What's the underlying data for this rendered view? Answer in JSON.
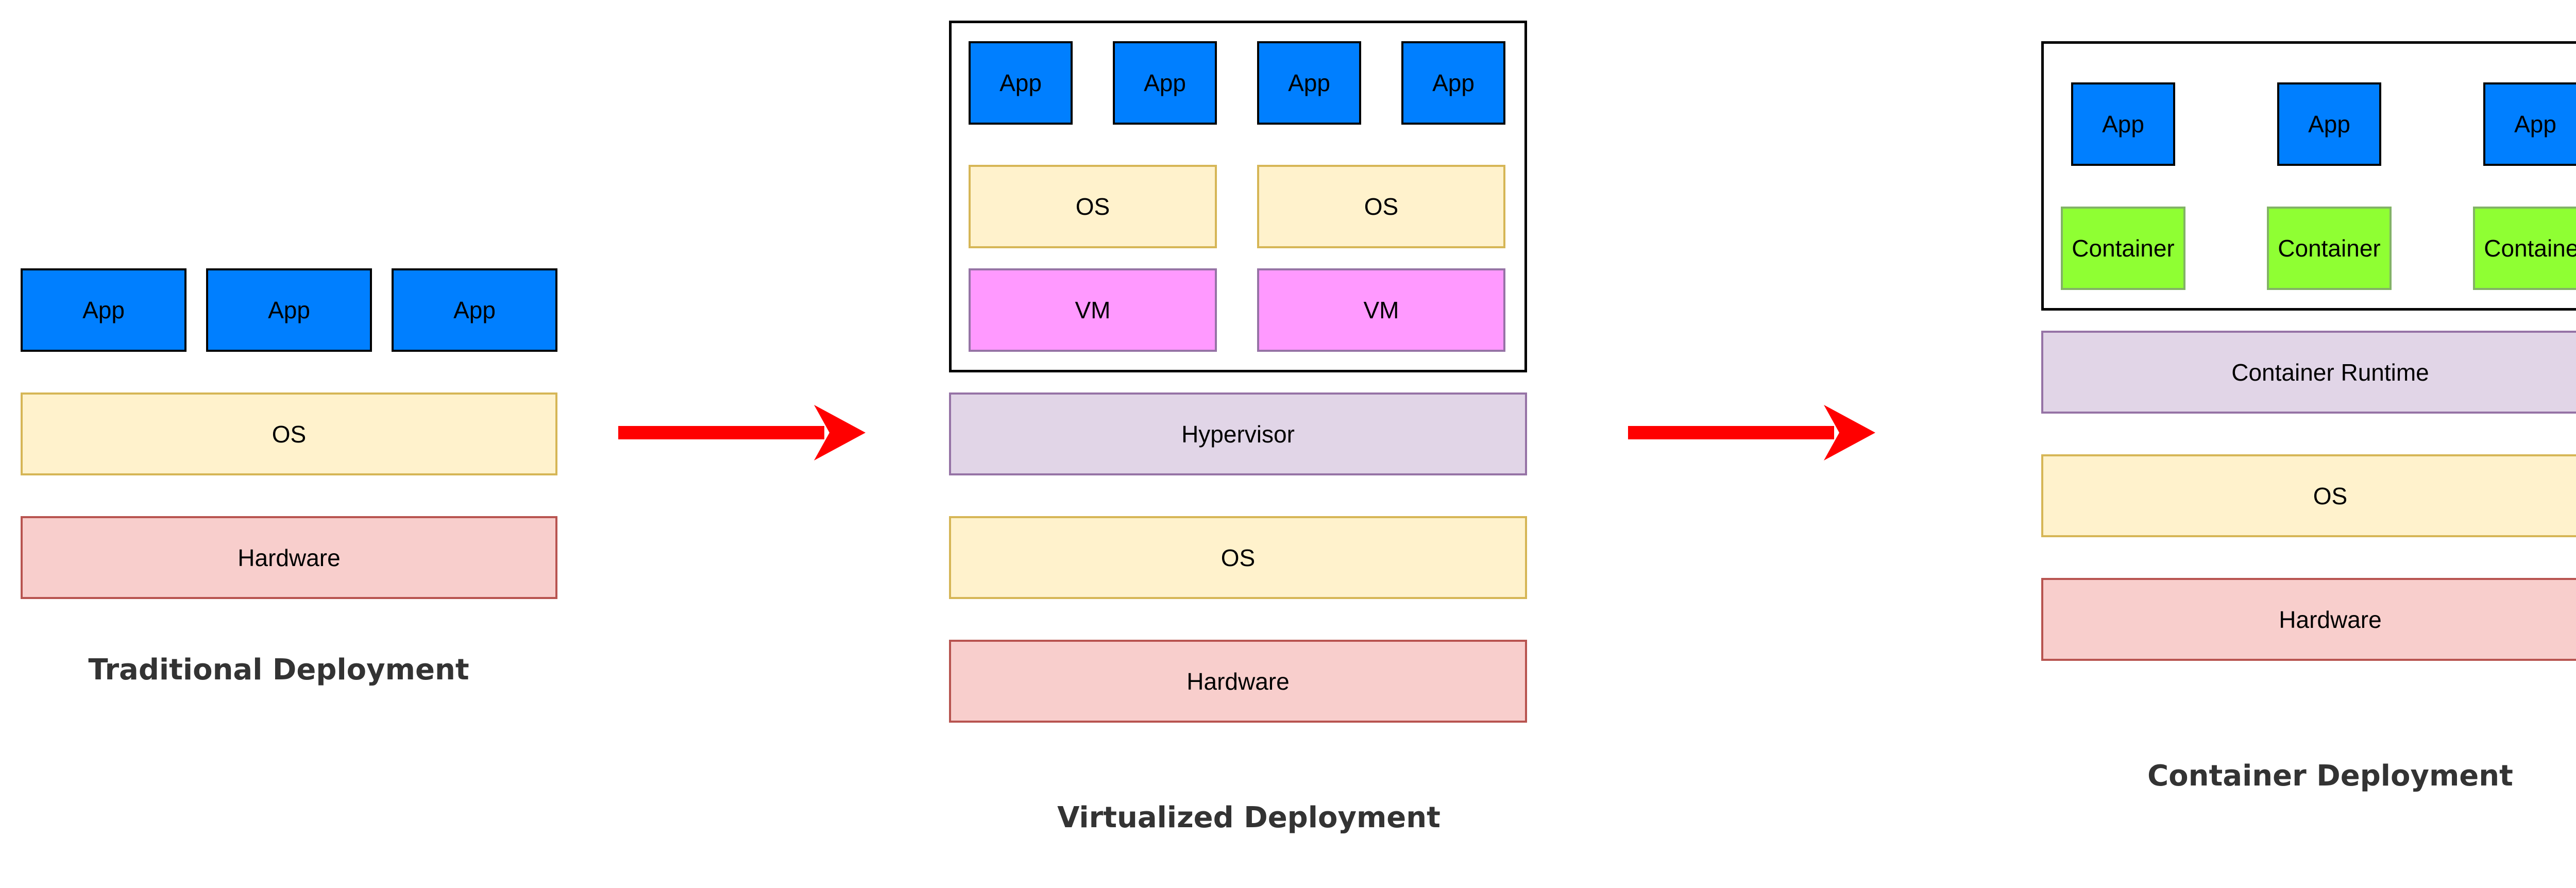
{
  "colors": {
    "app_fill": "#007fff",
    "os_fill": "#fff2cc",
    "hardware_fill": "#f8cecc",
    "vm_fill": "#ff99ff",
    "hypervisor_fill": "#e1d5e7",
    "container_fill": "#8fff33",
    "arrow": "#ff0000"
  },
  "traditional": {
    "caption": "Traditional Deployment",
    "apps": [
      "App",
      "App",
      "App"
    ],
    "os": "OS",
    "hardware": "Hardware"
  },
  "virtualized": {
    "caption": "Virtualized Deployment",
    "apps": [
      "App",
      "App",
      "App",
      "App"
    ],
    "guest_os": [
      "OS",
      "OS"
    ],
    "vms": [
      "VM",
      "VM"
    ],
    "hypervisor": "Hypervisor",
    "os": "OS",
    "hardware": "Hardware"
  },
  "container": {
    "caption": "Container Deployment",
    "apps": [
      "App",
      "App",
      "App"
    ],
    "containers": [
      "Container",
      "Container",
      "Container"
    ],
    "runtime": "Container Runtime",
    "os": "OS",
    "hardware": "Hardware"
  }
}
